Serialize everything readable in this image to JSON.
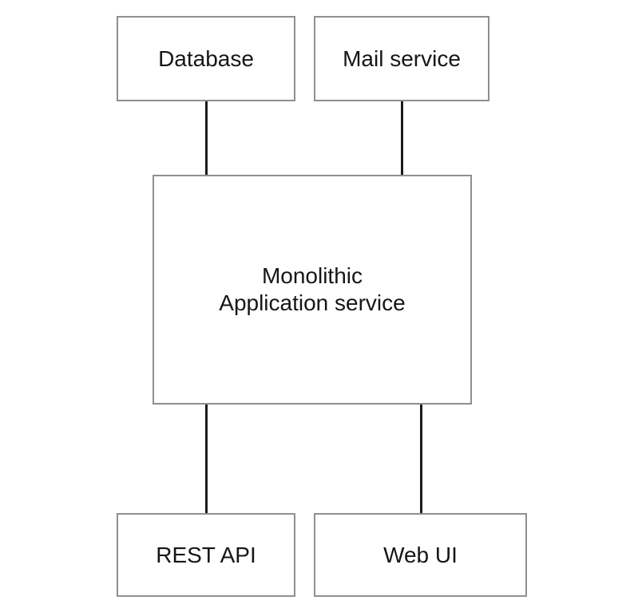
{
  "diagram": {
    "type": "architecture-diagram",
    "background": "#ffffff",
    "colors": {
      "node_border": "#8d8f92",
      "node_fill": "#ffffff",
      "edge_line": "#1c1c1c",
      "text": "#161616"
    },
    "nodes": [
      {
        "id": "database",
        "label": "Database"
      },
      {
        "id": "mail-service",
        "label": "Mail service"
      },
      {
        "id": "monolithic-application-service",
        "label_lines": [
          "Monolithic",
          "Application service"
        ]
      },
      {
        "id": "rest-api",
        "label": "REST API"
      },
      {
        "id": "web-ui",
        "label": "Web UI"
      }
    ],
    "edges": [
      {
        "from": "database",
        "to": "monolithic-application-service"
      },
      {
        "from": "mail-service",
        "to": "monolithic-application-service"
      },
      {
        "from": "monolithic-application-service",
        "to": "rest-api"
      },
      {
        "from": "monolithic-application-service",
        "to": "web-ui"
      }
    ]
  }
}
